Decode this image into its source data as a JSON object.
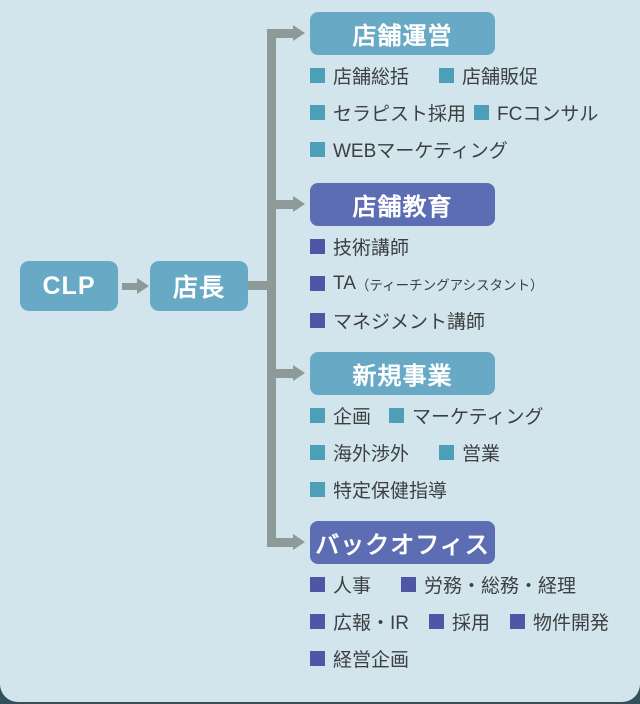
{
  "palette": {
    "panel_bg": "#d3e5ec",
    "outer_bg": "#33505c",
    "teal_box": "#68aac5",
    "teal_bullet": "#4d9fb8",
    "indigo_box": "#5c6db3",
    "indigo_bullet": "#4d57a6",
    "connector_gray": "#8e9a98",
    "item_text": "#3c4043",
    "header_text": "#ffffff"
  },
  "root": {
    "label": "CLP"
  },
  "manager": {
    "label": "店長"
  },
  "sections": [
    {
      "title": "店舗運営",
      "theme": "teal",
      "rows": [
        [
          {
            "label": "店舗総括"
          },
          {
            "label": "店舗販促"
          }
        ],
        [
          {
            "label": "セラピスト採用"
          },
          {
            "label": "FCコンサル"
          }
        ],
        [
          {
            "label": "WEBマーケティング"
          }
        ]
      ]
    },
    {
      "title": "店舗教育",
      "theme": "indigo",
      "rows": [
        [
          {
            "label": "技術講師"
          }
        ],
        [
          {
            "label": "TA",
            "sublabel": "（ティーチングアシスタント）"
          }
        ],
        [
          {
            "label": "マネジメント講師"
          }
        ]
      ]
    },
    {
      "title": "新規事業",
      "theme": "teal",
      "rows": [
        [
          {
            "label": "企画"
          },
          {
            "label": "マーケティング"
          }
        ],
        [
          {
            "label": "海外渉外"
          },
          {
            "label": "営業"
          }
        ],
        [
          {
            "label": "特定保健指導"
          }
        ]
      ]
    },
    {
      "title": "バックオフィス",
      "theme": "indigo",
      "rows": [
        [
          {
            "label": "人事"
          },
          {
            "label": "労務・総務・経理"
          }
        ],
        [
          {
            "label": "広報・IR"
          },
          {
            "label": "採用"
          },
          {
            "label": "物件開発"
          }
        ],
        [
          {
            "label": "経営企画"
          }
        ]
      ]
    }
  ]
}
